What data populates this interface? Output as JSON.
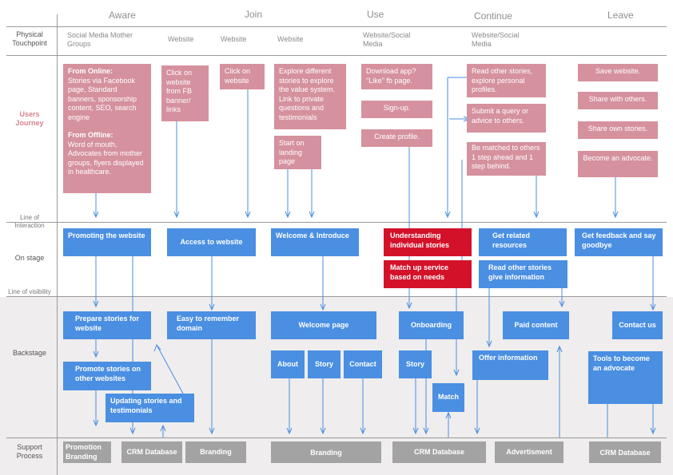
{
  "phases": [
    "Aware",
    "Join",
    "Use",
    "Continue",
    "Leave"
  ],
  "rows": {
    "physical": "Physical Touchpoint",
    "journey": "Users Journey",
    "line_interaction": "Line of Interaction",
    "onstage": "On stage",
    "line_visibility": "Line of visibility",
    "backstage": "Backstage",
    "support": "Support Process"
  },
  "touchpoints": [
    "Social Media Mother Groups",
    "Website",
    "Website",
    "Website",
    "Website/Social Media",
    "Website/Social Media"
  ],
  "journey": {
    "aware_online_title": "From Online:",
    "aware_online_text": "Stories via Facebook page, Standard banners, sponsorship content, SEO, search engine",
    "aware_offline_title": "From Offline:",
    "aware_offline_text": "Word of mouth, Advocates from mother groups, flyers displayed in healthcare.",
    "click_fb": "Click on website from FB banner/ links",
    "click_web": "Click on website",
    "explore": "Explore different stories to explore the value system. Link to private questions and testimonials",
    "start_landing": "Start on landing page",
    "download": "Download app? \"Like\" fb page.",
    "signup": "Sign-up.",
    "create_profile": "Create profile.",
    "read_other": "Read other stories, explore personal profiles.",
    "submit_query": "Submit a query or advice to others.",
    "be_matched": "Be matched to others 1 step ahead and 1 step behind.",
    "save_website": "Save website.",
    "share_others": "Share with others.",
    "share_own": "Share own stories.",
    "become_advocate": "Become an advocate."
  },
  "onstage": {
    "promoting": "Promoting the website",
    "access": "Access to website",
    "welcome": "Welcome & Introduce",
    "understanding": "Understanding individual stories",
    "matchup": "Match up service based on needs",
    "related": "Get related resources",
    "read_info": "Read other stories give information",
    "feedback": "Get feedback and say goodbye"
  },
  "backstage": {
    "prepare": "Prepare stories for website",
    "promote_other": "Promote stories on other websites",
    "updating": "Updating stories and testimonials",
    "easy_domain": "Easy to remember domain",
    "welcome_page": "Welcome page",
    "about": "About",
    "story1": "Story",
    "contact": "Contact",
    "onboarding": "Onboarding",
    "story2": "Story",
    "match": "Match",
    "offer": "Offer information",
    "paid": "Paid content",
    "contact_us": "Contact us",
    "tools": "Tools to become an advocate"
  },
  "support": {
    "promotion": "Promotion Branding",
    "crm1": "CRM Database",
    "branding1": "Branding",
    "branding2": "Branding",
    "crm2": "CRM Database",
    "advert": "Advertisment",
    "crm3": "CRM Database"
  },
  "colors": {
    "journey_box": "#d5919e",
    "onstage_box": "#4a8fe2",
    "highlight_box": "#d3122a",
    "support_box": "#a3a3a3",
    "backstage_band": "#efeded"
  }
}
